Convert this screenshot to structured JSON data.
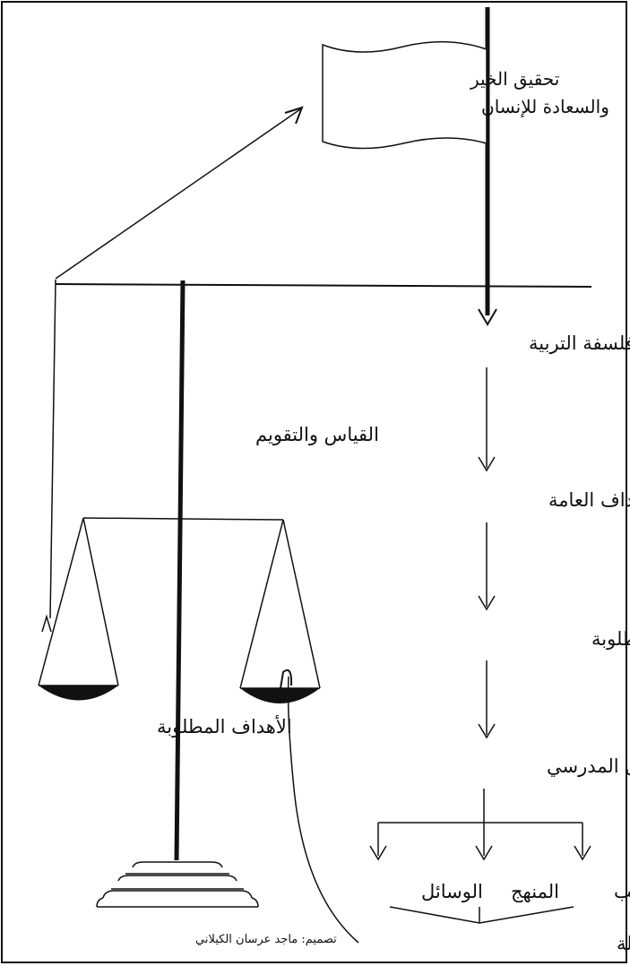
{
  "flag": {
    "line1": "تحقيق الخير",
    "line2": "والسعادة للإنسان"
  },
  "flow": {
    "philosophy": "فلسفة التربية",
    "general_goals": "الأهداف العامة",
    "required_equations": "المعادلات العملية المطلوبة",
    "school_work": "العمل المدرسي",
    "methods": "الأساليب",
    "curriculum": "المنهج",
    "means": "الوسائل",
    "achieved_equations": "المعادلات العملية الحاصلة"
  },
  "balance": {
    "measurement_label": "القياس والتقويم",
    "required_goals_label": "الأهداف المطلوبة"
  },
  "credit": "تصميم: ماجد عرسان الكيلاني"
}
